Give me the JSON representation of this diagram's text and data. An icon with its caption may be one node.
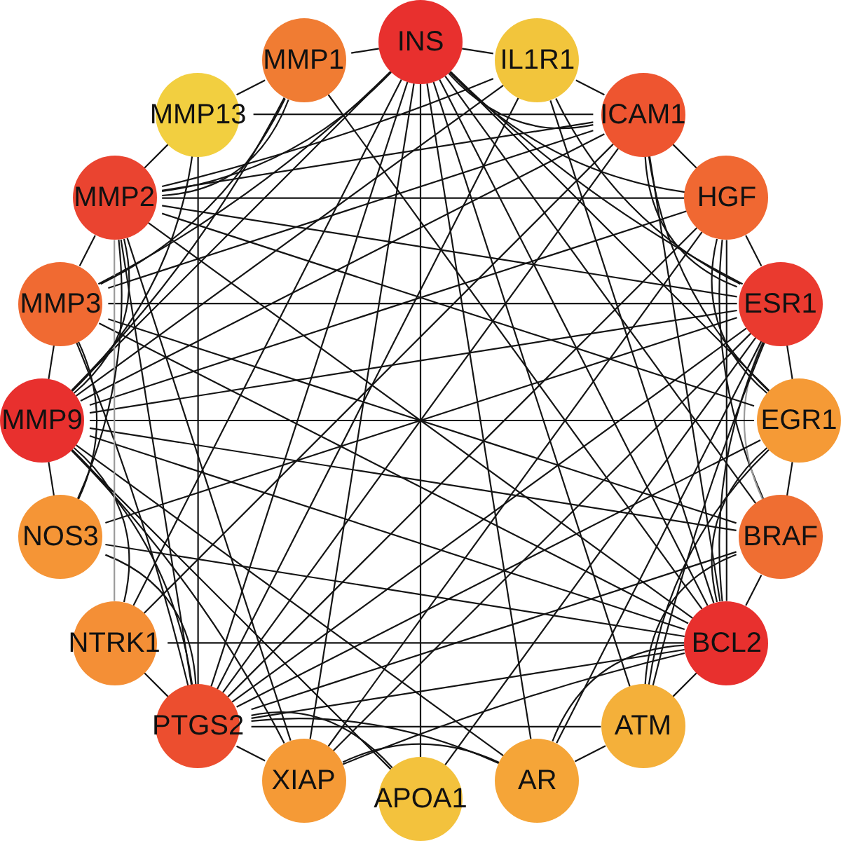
{
  "diagram": {
    "nodes": [
      {
        "text": [
          "INS"
        ]
      },
      {
        "text": [
          "IL1R1"
        ]
      },
      {
        "text": [
          "ICAM1"
        ]
      },
      {
        "text": [
          "HGF"
        ]
      },
      {
        "text": [
          "ESR1"
        ]
      },
      {
        "text": [
          "EGR1"
        ]
      },
      {
        "text": [
          "BRAF"
        ]
      },
      {
        "text": [
          "BCL2"
        ]
      },
      {
        "text": [
          "ATM"
        ]
      },
      {
        "text": [
          "AR"
        ]
      },
      {
        "text": [
          "APOA1"
        ]
      },
      {
        "text": [
          "XIAP"
        ]
      },
      {
        "text": [
          "PTGS2"
        ]
      },
      {
        "text": [
          "NTRK1"
        ]
      },
      {
        "text": [
          "NOS3"
        ]
      },
      {
        "text": [
          "MMP9"
        ]
      },
      {
        "text": [
          "MMP3"
        ]
      },
      {
        "text": [
          "MMP2"
        ]
      },
      {
        "text": [
          "MMP13"
        ]
      },
      {
        "text": [
          "MMP1"
        ]
      }
    ],
    "edges": [
      {
        "from": 0,
        "to": 1,
        "arrow": "none"
      },
      {
        "from": 0,
        "to": 2,
        "arrow": "none"
      },
      {
        "from": 0,
        "to": 3,
        "arrow": "none"
      },
      {
        "from": 0,
        "to": 4,
        "arrow": "none"
      },
      {
        "from": 0,
        "to": 5,
        "arrow": "none"
      },
      {
        "from": 0,
        "to": 6,
        "arrow": "none"
      },
      {
        "from": 0,
        "to": 7,
        "arrow": "none"
      },
      {
        "from": 0,
        "to": 8,
        "arrow": "none"
      },
      {
        "from": 0,
        "to": 9,
        "arrow": "none"
      },
      {
        "from": 0,
        "to": 10,
        "arrow": "none"
      },
      {
        "from": 0,
        "to": 11,
        "arrow": "none"
      },
      {
        "from": 0,
        "to": 12,
        "arrow": "none"
      },
      {
        "from": 0,
        "to": 13,
        "arrow": "none"
      },
      {
        "from": 0,
        "to": 15,
        "arrow": "none"
      },
      {
        "from": 0,
        "to": 16,
        "arrow": "none"
      },
      {
        "from": 0,
        "to": 17,
        "arrow": "none"
      },
      {
        "from": 0,
        "to": 19,
        "arrow": "none"
      },
      {
        "from": 1,
        "to": 2,
        "arrow": "none"
      },
      {
        "from": 1,
        "to": 4,
        "arrow": "none"
      },
      {
        "from": 1,
        "to": 7,
        "arrow": "none"
      },
      {
        "from": 1,
        "to": 12,
        "arrow": "none"
      },
      {
        "from": 1,
        "to": 15,
        "arrow": "none"
      },
      {
        "from": 1,
        "to": 17,
        "arrow": "none"
      },
      {
        "from": 2,
        "to": 3,
        "arrow": "none"
      },
      {
        "from": 2,
        "to": 4,
        "arrow": "none"
      },
      {
        "from": 2,
        "to": 5,
        "arrow": "none"
      },
      {
        "from": 2,
        "to": 7,
        "arrow": "none"
      },
      {
        "from": 2,
        "to": 12,
        "arrow": "none"
      },
      {
        "from": 2,
        "to": 13,
        "arrow": "none"
      },
      {
        "from": 2,
        "to": 15,
        "arrow": "none"
      },
      {
        "from": 2,
        "to": 16,
        "arrow": "none"
      },
      {
        "from": 2,
        "to": 17,
        "arrow": "none"
      },
      {
        "from": 2,
        "to": 18,
        "arrow": "none"
      },
      {
        "from": 3,
        "to": 4,
        "arrow": "none"
      },
      {
        "from": 3,
        "to": 5,
        "arrow": "none"
      },
      {
        "from": 3,
        "to": 6,
        "arrow": "none"
      },
      {
        "from": 3,
        "to": 7,
        "arrow": "none"
      },
      {
        "from": 3,
        "to": 11,
        "arrow": "none"
      },
      {
        "from": 3,
        "to": 12,
        "arrow": "none"
      },
      {
        "from": 3,
        "to": 15,
        "arrow": "none"
      },
      {
        "from": 3,
        "to": 17,
        "arrow": "none"
      },
      {
        "from": 4,
        "to": 5,
        "arrow": "none"
      },
      {
        "from": 4,
        "to": 6,
        "arrow": "none",
        "color": "#9a9a9a"
      },
      {
        "from": 4,
        "to": 7,
        "arrow": "none"
      },
      {
        "from": 4,
        "to": 8,
        "arrow": "none"
      },
      {
        "from": 4,
        "to": 9,
        "arrow": "none"
      },
      {
        "from": 4,
        "to": 10,
        "arrow": "none"
      },
      {
        "from": 4,
        "to": 11,
        "arrow": "none"
      },
      {
        "from": 4,
        "to": 12,
        "arrow": "none"
      },
      {
        "from": 4,
        "to": 14,
        "arrow": "none"
      },
      {
        "from": 4,
        "to": 15,
        "arrow": "none"
      },
      {
        "from": 4,
        "to": 16,
        "arrow": "none"
      },
      {
        "from": 4,
        "to": 17,
        "arrow": "none"
      },
      {
        "from": 5,
        "to": 6,
        "arrow": "none"
      },
      {
        "from": 5,
        "to": 7,
        "arrow": "none"
      },
      {
        "from": 5,
        "to": 8,
        "arrow": "none"
      },
      {
        "from": 5,
        "to": 12,
        "arrow": "none"
      },
      {
        "from": 5,
        "to": 15,
        "arrow": "none"
      },
      {
        "from": 5,
        "to": 17,
        "arrow": "none"
      },
      {
        "from": 6,
        "to": 7,
        "arrow": "none"
      },
      {
        "from": 6,
        "to": 8,
        "arrow": "none"
      },
      {
        "from": 6,
        "to": 12,
        "arrow": "none"
      },
      {
        "from": 6,
        "to": 15,
        "arrow": "none"
      },
      {
        "from": 6,
        "to": 16,
        "arrow": "none"
      },
      {
        "from": 7,
        "to": 8,
        "arrow": "none"
      },
      {
        "from": 7,
        "to": 9,
        "arrow": "none"
      },
      {
        "from": 7,
        "to": 11,
        "arrow": "none"
      },
      {
        "from": 7,
        "to": 12,
        "arrow": "none"
      },
      {
        "from": 7,
        "to": 13,
        "arrow": "none"
      },
      {
        "from": 7,
        "to": 14,
        "arrow": "none"
      },
      {
        "from": 7,
        "to": 15,
        "arrow": "none"
      },
      {
        "from": 7,
        "to": 16,
        "arrow": "none"
      },
      {
        "from": 7,
        "to": 17,
        "arrow": "none"
      },
      {
        "from": 7,
        "to": 19,
        "arrow": "none"
      },
      {
        "from": 8,
        "to": 9,
        "arrow": "none"
      },
      {
        "from": 8,
        "to": 12,
        "arrow": "none"
      },
      {
        "from": 9,
        "to": 11,
        "arrow": "none"
      },
      {
        "from": 9,
        "to": 12,
        "arrow": "none"
      },
      {
        "from": 9,
        "to": 15,
        "arrow": "none"
      },
      {
        "from": 10,
        "to": 12,
        "arrow": "none"
      },
      {
        "from": 10,
        "to": 15,
        "arrow": "none"
      },
      {
        "from": 11,
        "to": 12,
        "arrow": "none"
      },
      {
        "from": 11,
        "to": 15,
        "arrow": "none"
      },
      {
        "from": 11,
        "to": 17,
        "arrow": "none"
      },
      {
        "from": 12,
        "to": 13,
        "arrow": "none"
      },
      {
        "from": 12,
        "to": 14,
        "arrow": "none"
      },
      {
        "from": 12,
        "to": 15,
        "arrow": "none"
      },
      {
        "from": 12,
        "to": 16,
        "arrow": "none"
      },
      {
        "from": 12,
        "to": 17,
        "arrow": "none"
      },
      {
        "from": 12,
        "to": 18,
        "arrow": "none"
      },
      {
        "from": 13,
        "to": 15,
        "arrow": "none"
      },
      {
        "from": 13,
        "to": 17,
        "arrow": "none",
        "color": "#9a9a9a"
      },
      {
        "from": 14,
        "to": 15,
        "arrow": "none"
      },
      {
        "from": 14,
        "to": 16,
        "arrow": "none"
      },
      {
        "from": 14,
        "to": 17,
        "arrow": "none"
      },
      {
        "from": 15,
        "to": 16,
        "arrow": "none"
      },
      {
        "from": 15,
        "to": 17,
        "arrow": "none"
      },
      {
        "from": 15,
        "to": 18,
        "arrow": "none"
      },
      {
        "from": 15,
        "to": 19,
        "arrow": "none"
      },
      {
        "from": 16,
        "to": 17,
        "arrow": "none"
      },
      {
        "from": 16,
        "to": 19,
        "arrow": "none"
      },
      {
        "from": 17,
        "to": 18,
        "arrow": "none"
      },
      {
        "from": 17,
        "to": 19,
        "arrow": "none"
      },
      {
        "from": 18,
        "to": 19,
        "arrow": "none"
      }
    ]
  }
}
